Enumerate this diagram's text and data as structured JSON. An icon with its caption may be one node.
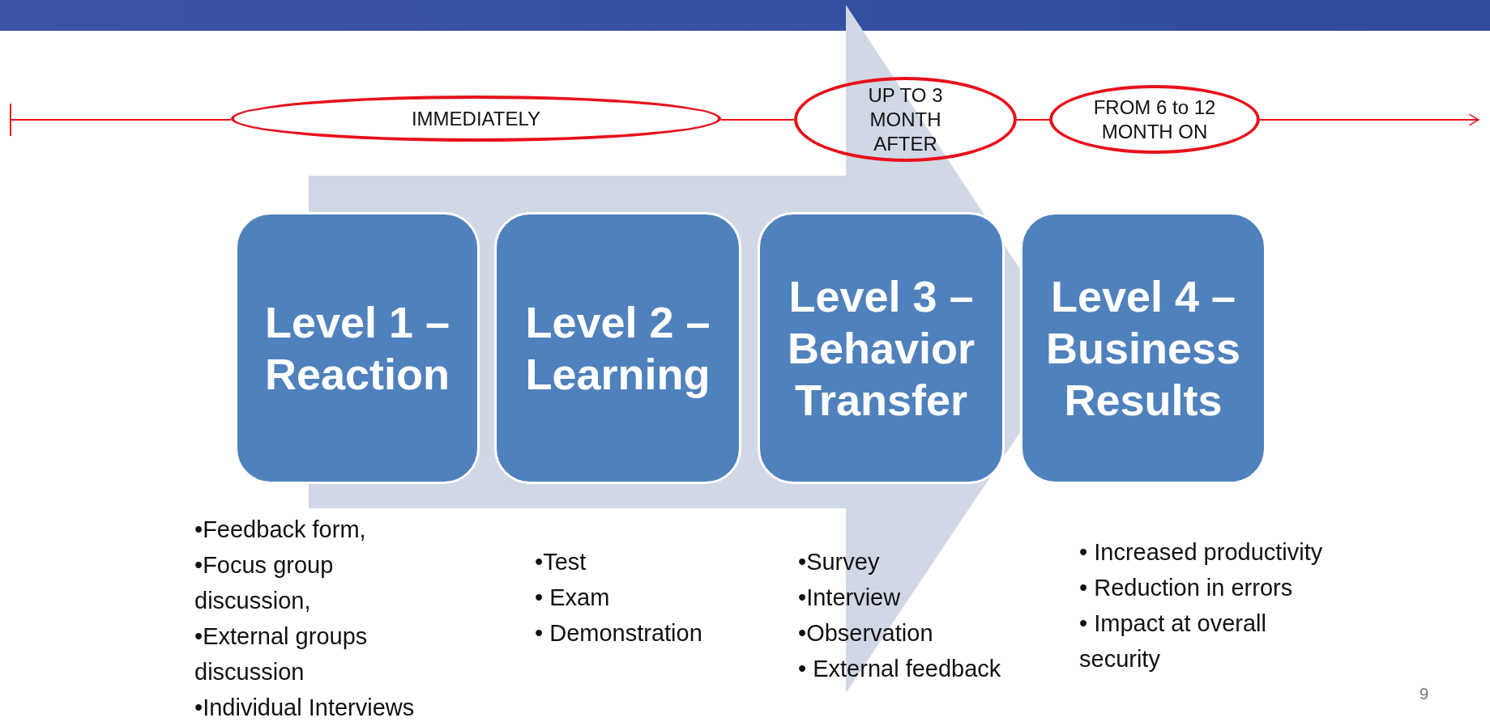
{
  "diagram": {
    "nodes": [
      {
        "text": [
          "IMMEDIATELY"
        ]
      },
      {
        "text": [
          "UP TO 3 MONTH AFTER"
        ]
      },
      {
        "text": [
          "FROM 6 to 12 MONTH ON"
        ]
      },
      {
        "text": [
          "Level 1 – Reaction"
        ],
        "beside": [
          "•Feedback form,",
          "•Focus group discussion,",
          "•External groups discussion",
          "•Individual Interviews"
        ]
      },
      {
        "text": [
          "Level 2 – Learning"
        ],
        "beside": [
          "•Test",
          "• Exam",
          "• Demonstration"
        ]
      },
      {
        "text": [
          "Level 3 – Behavior Transfer"
        ],
        "beside": [
          "•Survey",
          "•Interview",
          "•Observation",
          "• External feedback"
        ]
      },
      {
        "text": [
          "Level 4 – Business Results"
        ],
        "beside": [
          "• Increased productivity",
          "• Reduction in errors",
          "• Impact at overall security"
        ]
      }
    ],
    "edges": [
      {
        "from": null,
        "to": 0,
        "arrow": "other"
      },
      {
        "from": 0,
        "to": 1,
        "arrow": "none"
      },
      {
        "from": 1,
        "to": 2,
        "arrow": "none"
      },
      {
        "from": 2,
        "to": null,
        "arrow": "to"
      },
      {
        "from": 3,
        "to": 6,
        "arrow": "to",
        "style": "thick",
        "color": "#d0d8e6"
      }
    ],
    "labels": [
      "9"
    ]
  }
}
